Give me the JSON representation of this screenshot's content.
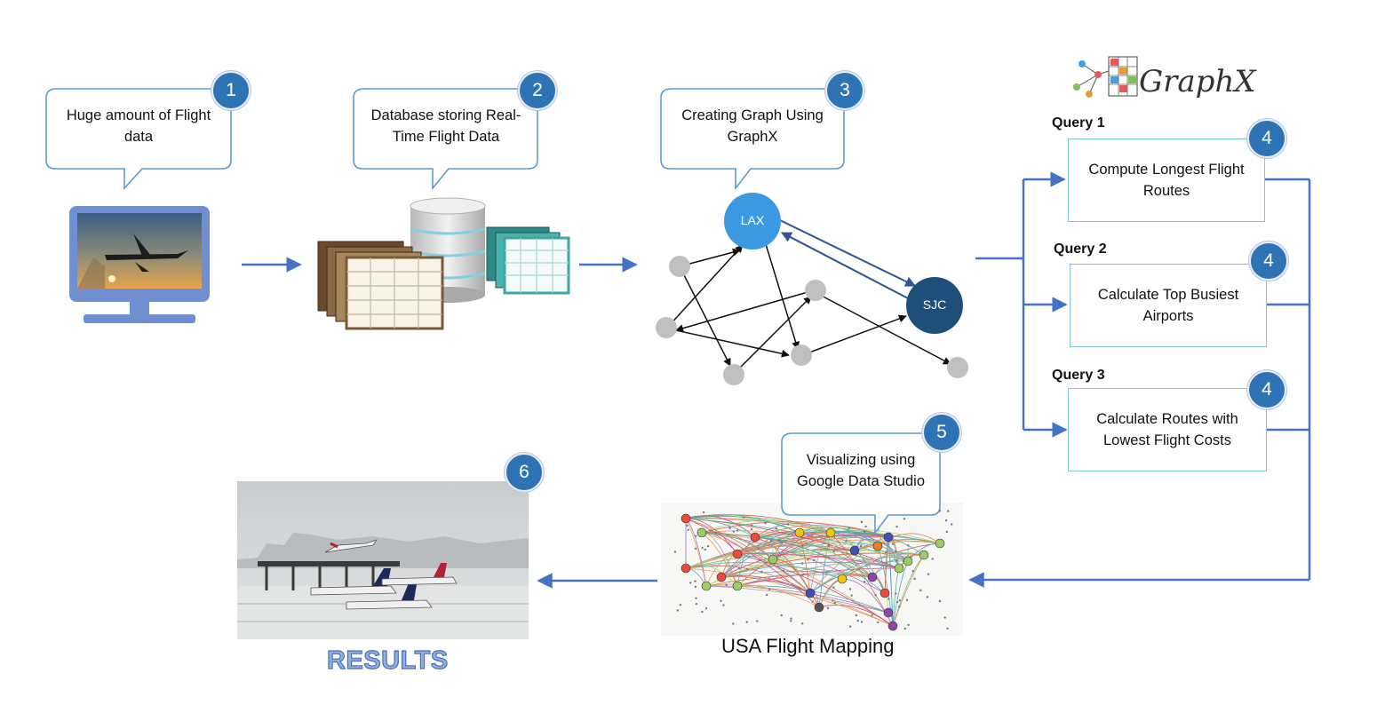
{
  "steps": [
    {
      "number": "1",
      "text": "Huge amount of Flight data"
    },
    {
      "number": "2",
      "text": "Database storing Real-Time Flight Data"
    },
    {
      "number": "3",
      "text": "Creating Graph Using GraphX"
    },
    {
      "number": "5",
      "text": "Visualizing using Google Data Studio"
    },
    {
      "number": "6"
    }
  ],
  "graphx_logo": "GraphX",
  "graph_nodes": {
    "lax": "LAX",
    "sjc": "SJC"
  },
  "queries": [
    {
      "label": "Query 1",
      "number": "4",
      "text": "Compute Longest Flight Routes"
    },
    {
      "label": "Query 2",
      "number": "4",
      "text": "Calculate Top Busiest Airports"
    },
    {
      "label": "Query 3",
      "number": "4",
      "text": "Calculate Routes with Lowest Flight Costs"
    }
  ],
  "map_caption": "USA Flight Mapping",
  "results_label": "RESULTS",
  "colors": {
    "arrow": "#4472c4",
    "badge": "#2e74b5",
    "node_lax": "#3b9ae1",
    "node_sjc": "#1f4e79",
    "node_gray": "#bfbfbf"
  }
}
